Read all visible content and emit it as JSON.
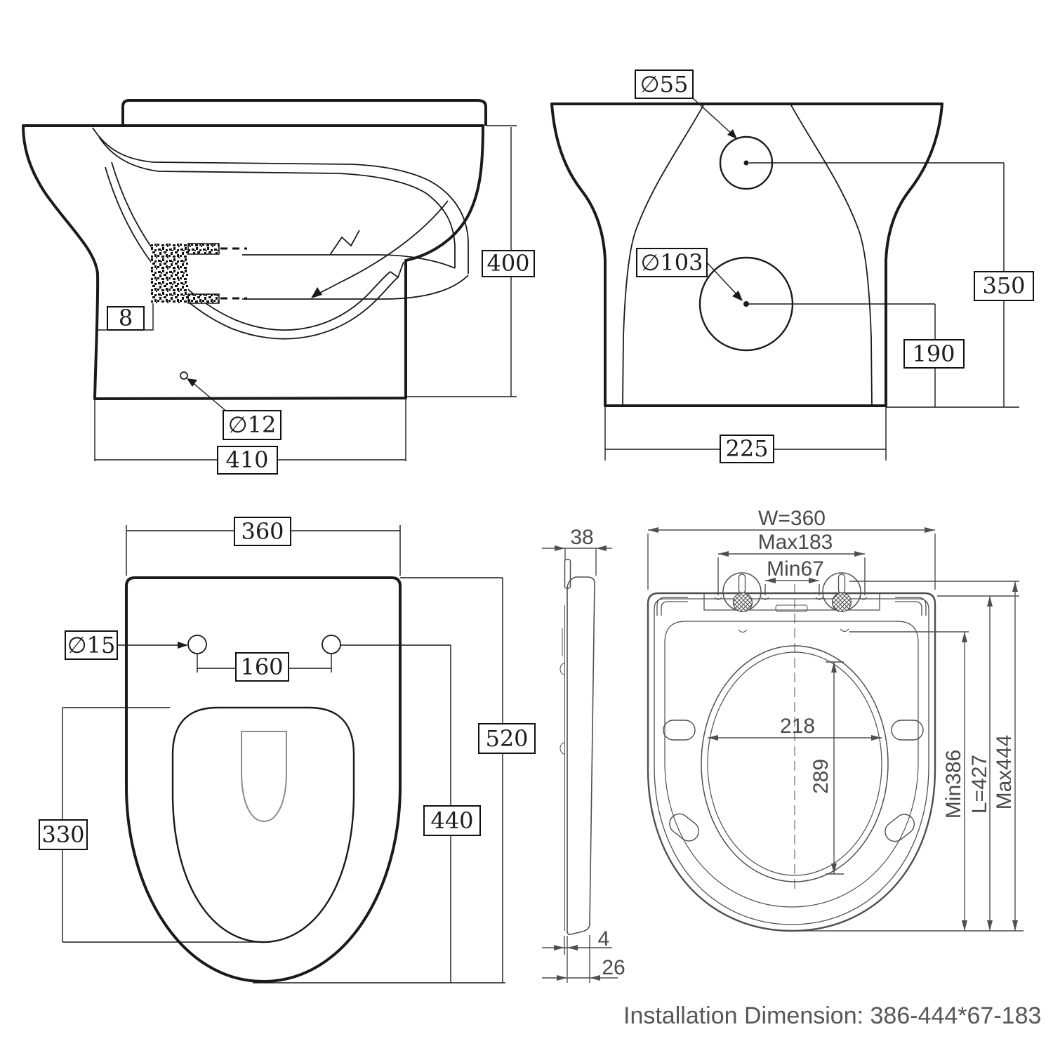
{
  "footer": {
    "installation_dimension": "Installation Dimension: 386-444*67-183"
  },
  "pan_side_view": {
    "height": "400",
    "base_width": "410",
    "wall_gap": "8",
    "fixing_hole_dia": "∅12"
  },
  "pan_back_view": {
    "water_inlet_dia": "∅55",
    "outlet_dia": "∅103",
    "inlet_height": "350",
    "outlet_height": "190",
    "base_width": "225"
  },
  "pan_top_view": {
    "width": "360",
    "seat_hole_dia": "∅15",
    "seat_hole_spacing": "160",
    "bowl_width": "330",
    "holes_to_front": "440",
    "total_depth": "520"
  },
  "seat_side_view": {
    "thickness": "38",
    "lid_edge": "4",
    "ring_edge": "26"
  },
  "seat_top_view": {
    "width": "W=360",
    "hinge_span_max": "Max183",
    "hinge_gap_min": "Min67",
    "opening_width": "218",
    "opening_length": "289",
    "length_min": "Min386",
    "length": "L=427",
    "length_max": "Max444"
  }
}
